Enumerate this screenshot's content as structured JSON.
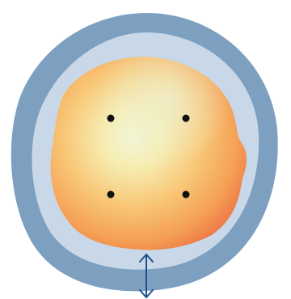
{
  "diagram": {
    "layers": [
      {
        "name": "outer-ring",
        "color": "#7d9fc0"
      },
      {
        "name": "inner-ring",
        "color": "#c8d8e8"
      },
      {
        "name": "core-blob",
        "colors": [
          "#f2f6d8",
          "#f7e79a",
          "#f9b860",
          "#f1844a",
          "#e0523a"
        ]
      }
    ],
    "points": {
      "count": 4,
      "color": "#111111"
    },
    "thickness_indicator": {
      "icon": "double-arrow",
      "color": "#1e4f8a"
    }
  }
}
